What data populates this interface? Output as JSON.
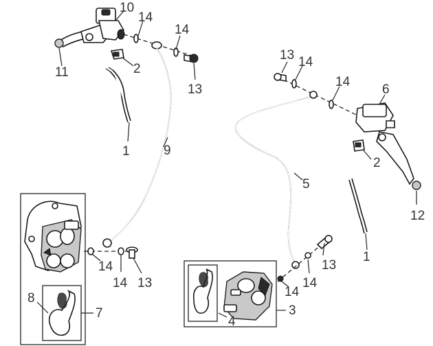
{
  "callouts": {
    "c1_left": "1",
    "c1_right": "1",
    "c2_left": "2",
    "c2_right": "2",
    "c3": "3",
    "c4": "4",
    "c5": "5",
    "c6": "6",
    "c7": "7",
    "c8": "8",
    "c9": "9",
    "c10": "10",
    "c11": "11",
    "c12": "12",
    "c13_top_left": "13",
    "c13_top_right": "13",
    "c13_bottom_left": "13",
    "c13_bottom_right": "13",
    "c14_a": "14",
    "c14_b": "14",
    "c14_c": "14",
    "c14_d": "14",
    "c14_e": "14",
    "c14_f": "14",
    "c14_g": "14",
    "c14_h": "14"
  }
}
